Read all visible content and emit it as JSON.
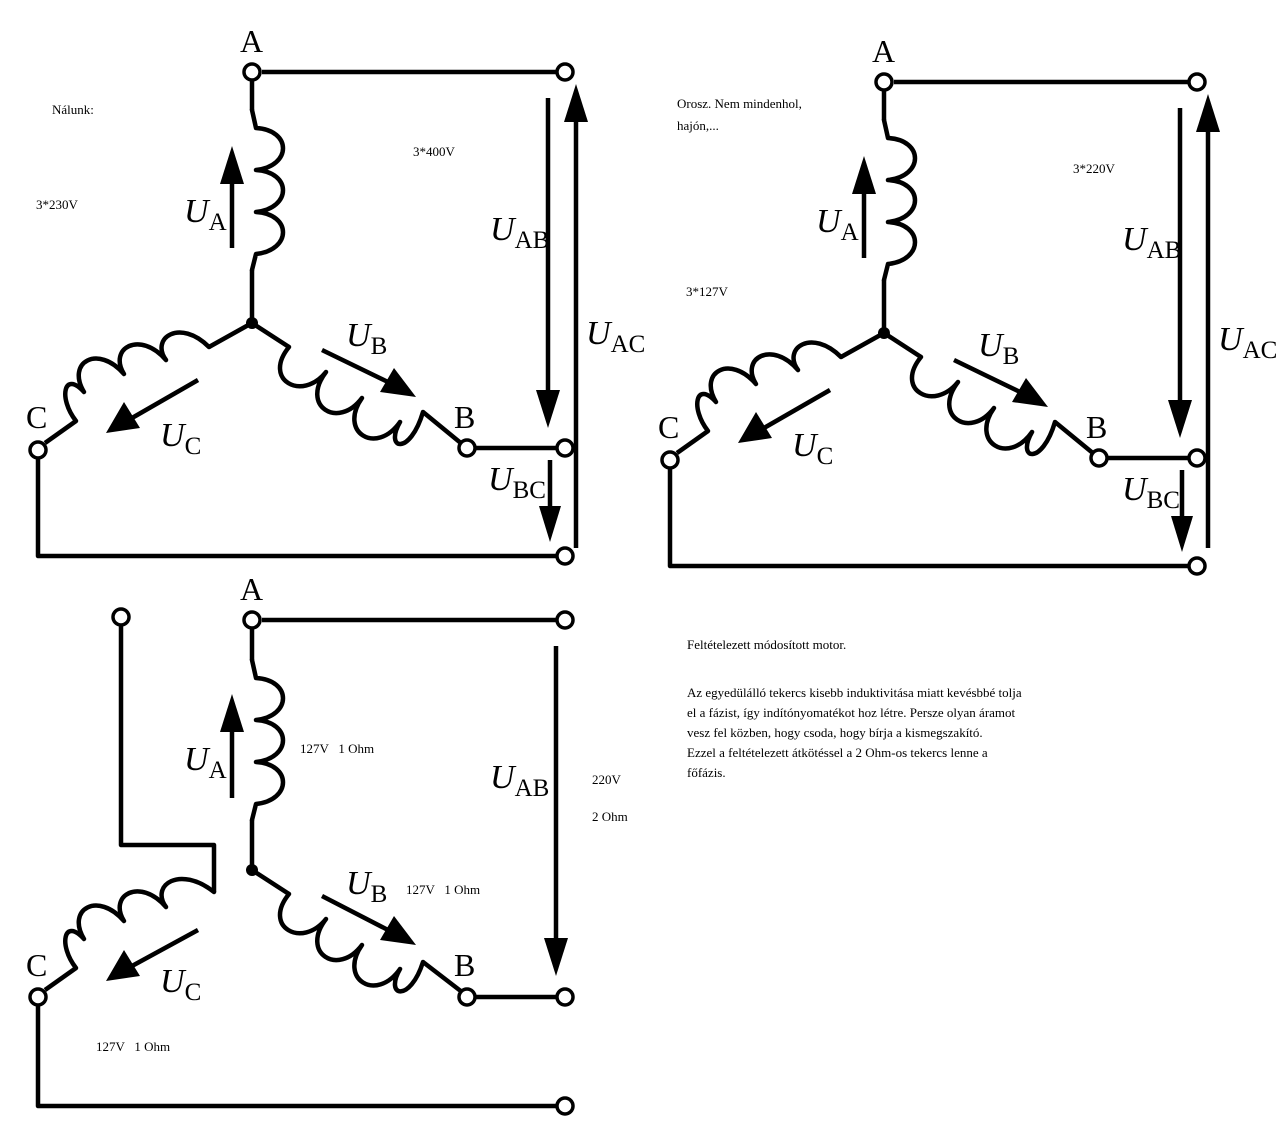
{
  "diagram1": {
    "note": "Nálunk:",
    "line_voltage": "3*400V",
    "phase_voltage": "3*230V",
    "labels": {
      "a": "A",
      "b": "B",
      "c": "C"
    },
    "voltages": {
      "ua": {
        "sym": "U",
        "sub": "A"
      },
      "ub": {
        "sym": "U",
        "sub": "B"
      },
      "uc": {
        "sym": "U",
        "sub": "C"
      },
      "uab": {
        "sym": "U",
        "sub": "AB"
      },
      "ubc": {
        "sym": "U",
        "sub": "BC"
      },
      "uac": {
        "sym": "U",
        "sub": "AC"
      }
    }
  },
  "diagram2": {
    "note_line1": "Orosz. Nem mindenhol,",
    "note_line2": "hajón,...",
    "line_voltage": "3*220V",
    "phase_voltage": "3*127V",
    "labels": {
      "a": "A",
      "b": "B",
      "c": "C"
    },
    "voltages": {
      "ua": {
        "sym": "U",
        "sub": "A"
      },
      "ub": {
        "sym": "U",
        "sub": "B"
      },
      "uc": {
        "sym": "U",
        "sub": "C"
      },
      "uab": {
        "sym": "U",
        "sub": "AB"
      },
      "ubc": {
        "sym": "U",
        "sub": "BC"
      },
      "uac": {
        "sym": "U",
        "sub": "AC"
      }
    }
  },
  "diagram3": {
    "labels": {
      "a": "A",
      "b": "B",
      "c": "C"
    },
    "coil_a": "127V   1 Ohm",
    "coil_b": "127V   1 Ohm",
    "coil_c": "127V   1 Ohm",
    "uab_voltage": "220V",
    "uab_resistance": "2 Ohm",
    "voltages": {
      "ua": {
        "sym": "U",
        "sub": "A"
      },
      "ub": {
        "sym": "U",
        "sub": "B"
      },
      "uc": {
        "sym": "U",
        "sub": "C"
      },
      "uab": {
        "sym": "U",
        "sub": "AB"
      }
    }
  },
  "description": {
    "title": "Feltételezett módosított motor.",
    "lines": [
      "Az egyedülálló tekercs kisebb induktivitása miatt kevésbbé tolja",
      "el a fázist, így indítónyomatékot hoz létre. Persze olyan áramot",
      "vesz fel közben, hogy csoda, hogy bírja a kismegszakító.",
      "Ezzel a feltételezett átkötéssel a 2 Ohm-os tekercs lenne a",
      "főfázis."
    ]
  }
}
